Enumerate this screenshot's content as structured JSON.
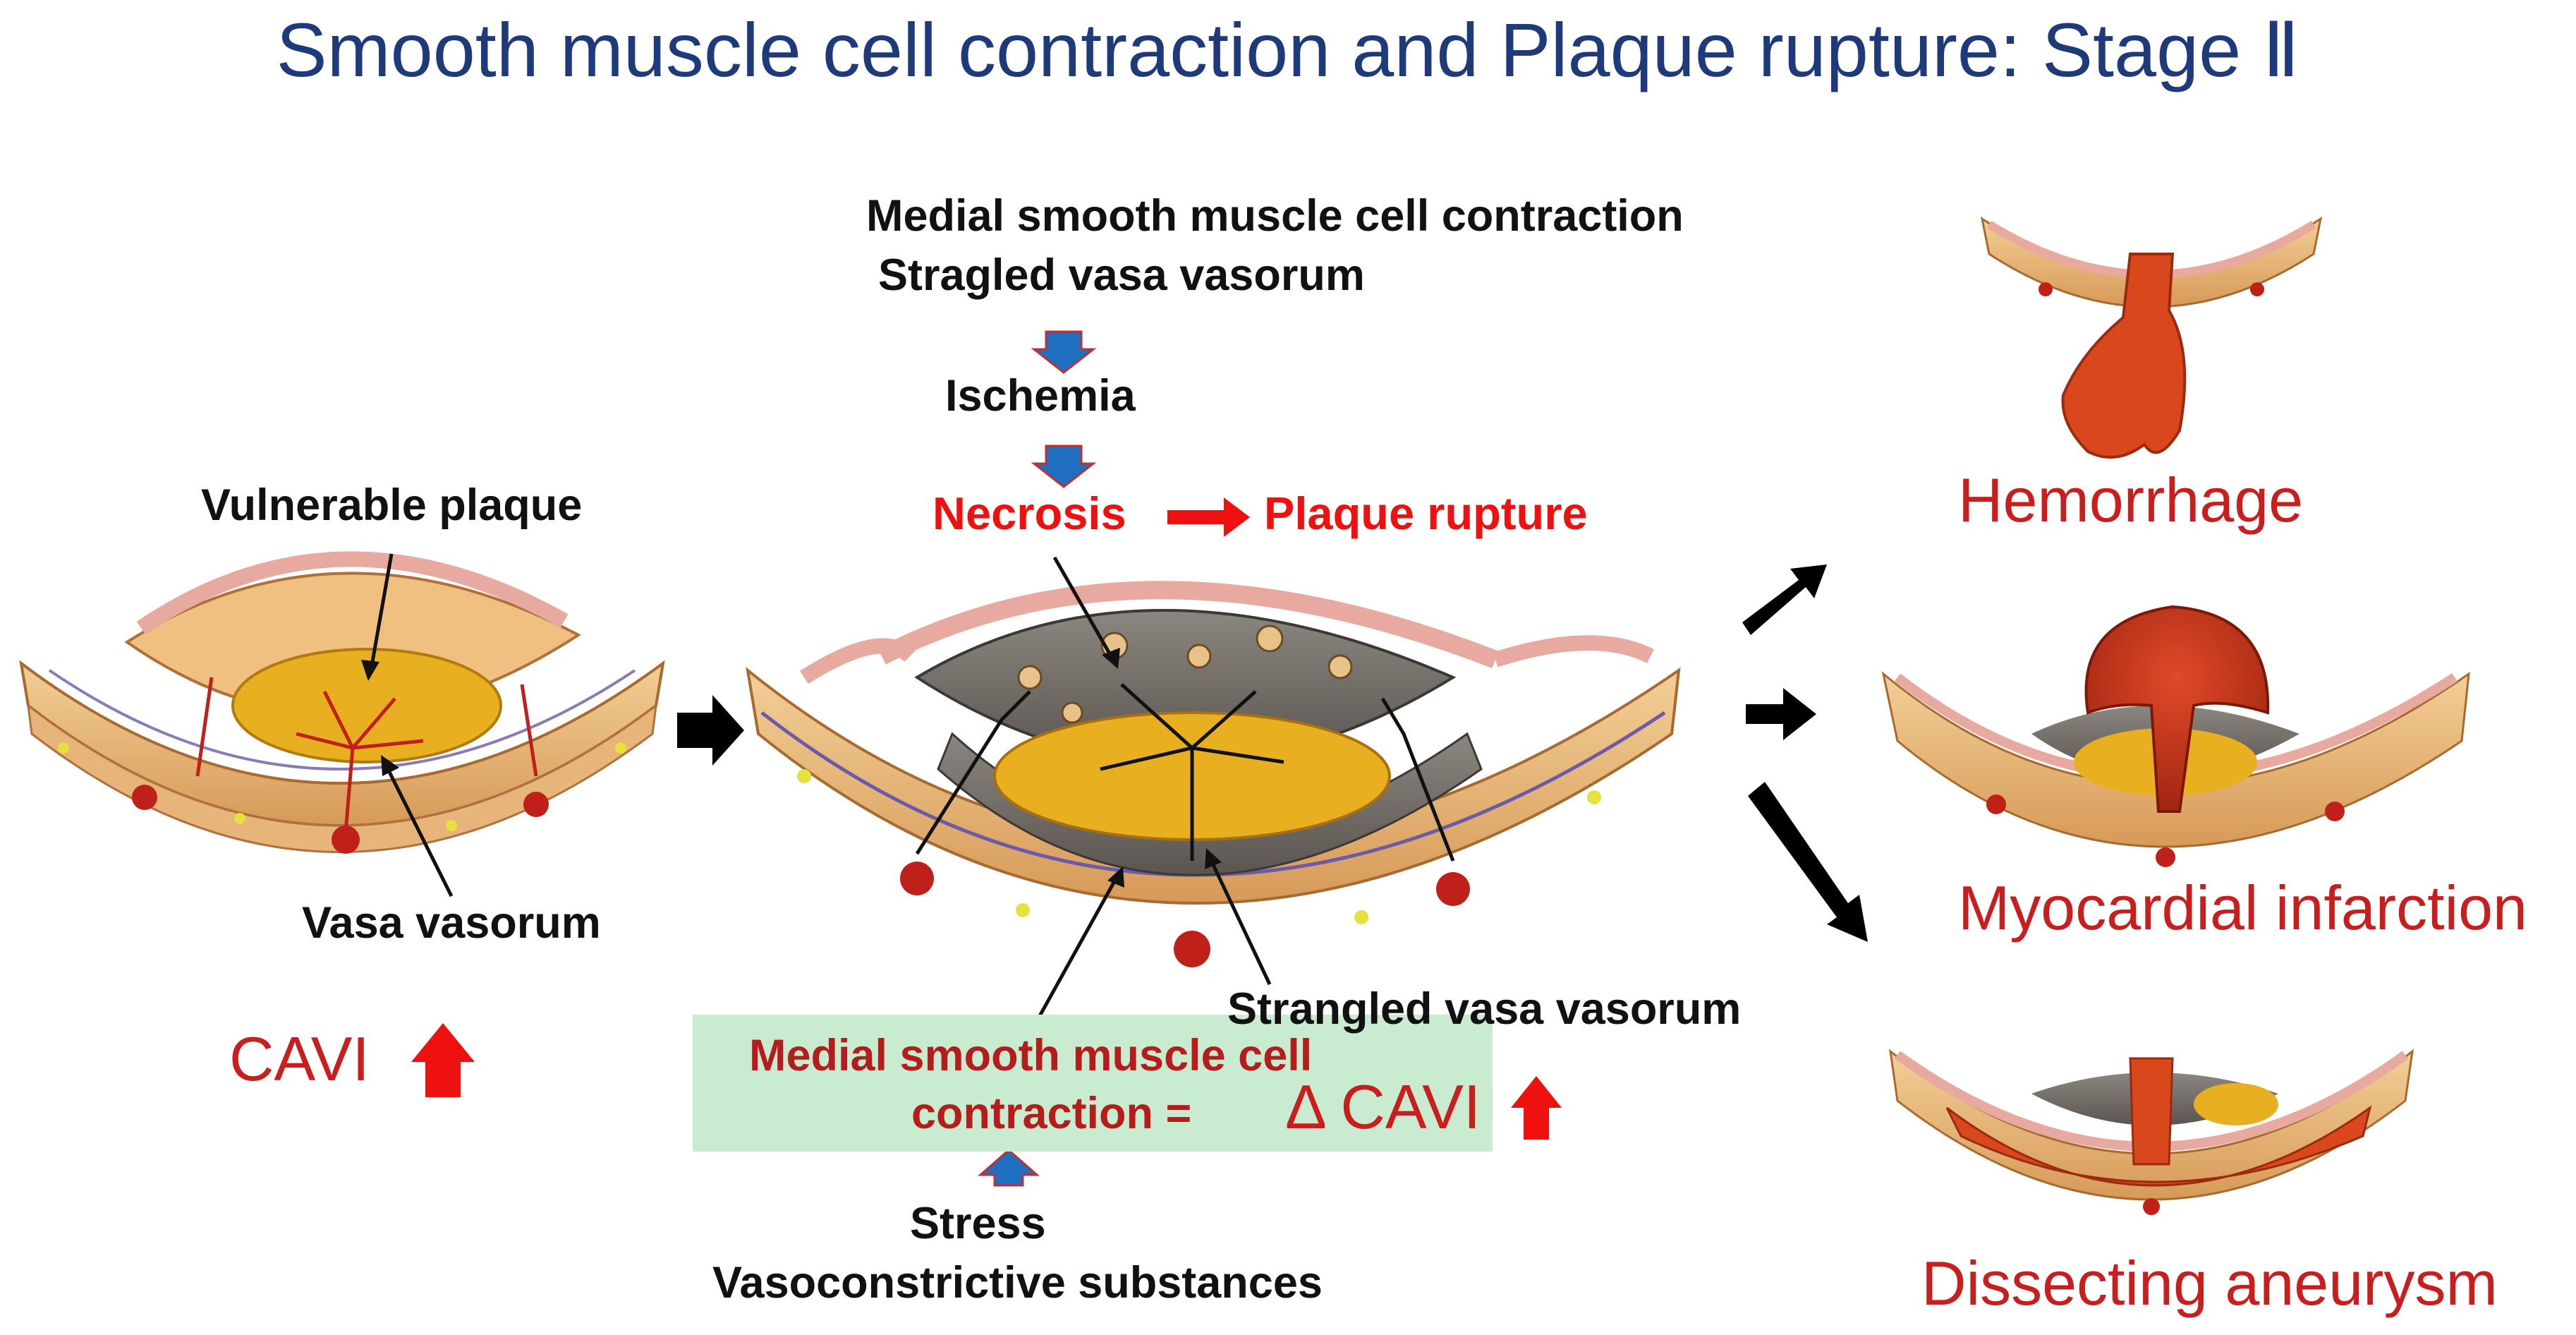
{
  "title": "Smooth muscle cell contraction and Plaque rupture: Stage Ⅱ",
  "labels": {
    "vulnerable_plaque": "Vulnerable plaque",
    "vasa_vasorum": "Vasa vasorum",
    "cavi": "CAVI",
    "medial_contraction": "Medial smooth muscle cell contraction",
    "stragled_vasa": "Stragled vasa vasorum",
    "ischemia": "Ischemia",
    "necrosis": "Necrosis",
    "plaque_rupture": "Plaque rupture",
    "strangled_vasa": "Strangled vasa vasorum",
    "box_line1": "Medial smooth muscle cell",
    "box_line2": "contraction =",
    "delta_cavi": "Δ CAVI",
    "stress": "Stress",
    "vasoconstrictive": "Vasoconstrictive substances",
    "hemorrhage": "Hemorrhage",
    "myocardial": "Myocardial infarction",
    "dissecting": "Dissecting aneurysm"
  },
  "colors": {
    "title": "#1f3a7a",
    "label_red": "#ef1010",
    "outcome_red": "#b51c1c",
    "arrow_blue": "#1f6fc0",
    "box_green": "#c9ecd1",
    "plaque_yellow": "#e8b020",
    "necrotic_gray": "#5a5550",
    "hemorrhage": "#d9481c"
  },
  "icons": {
    "up_arrow": "red-up-arrow-icon",
    "down_arrow": "blue-down-arrow-icon",
    "right_arrow": "black-right-arrow-icon"
  }
}
